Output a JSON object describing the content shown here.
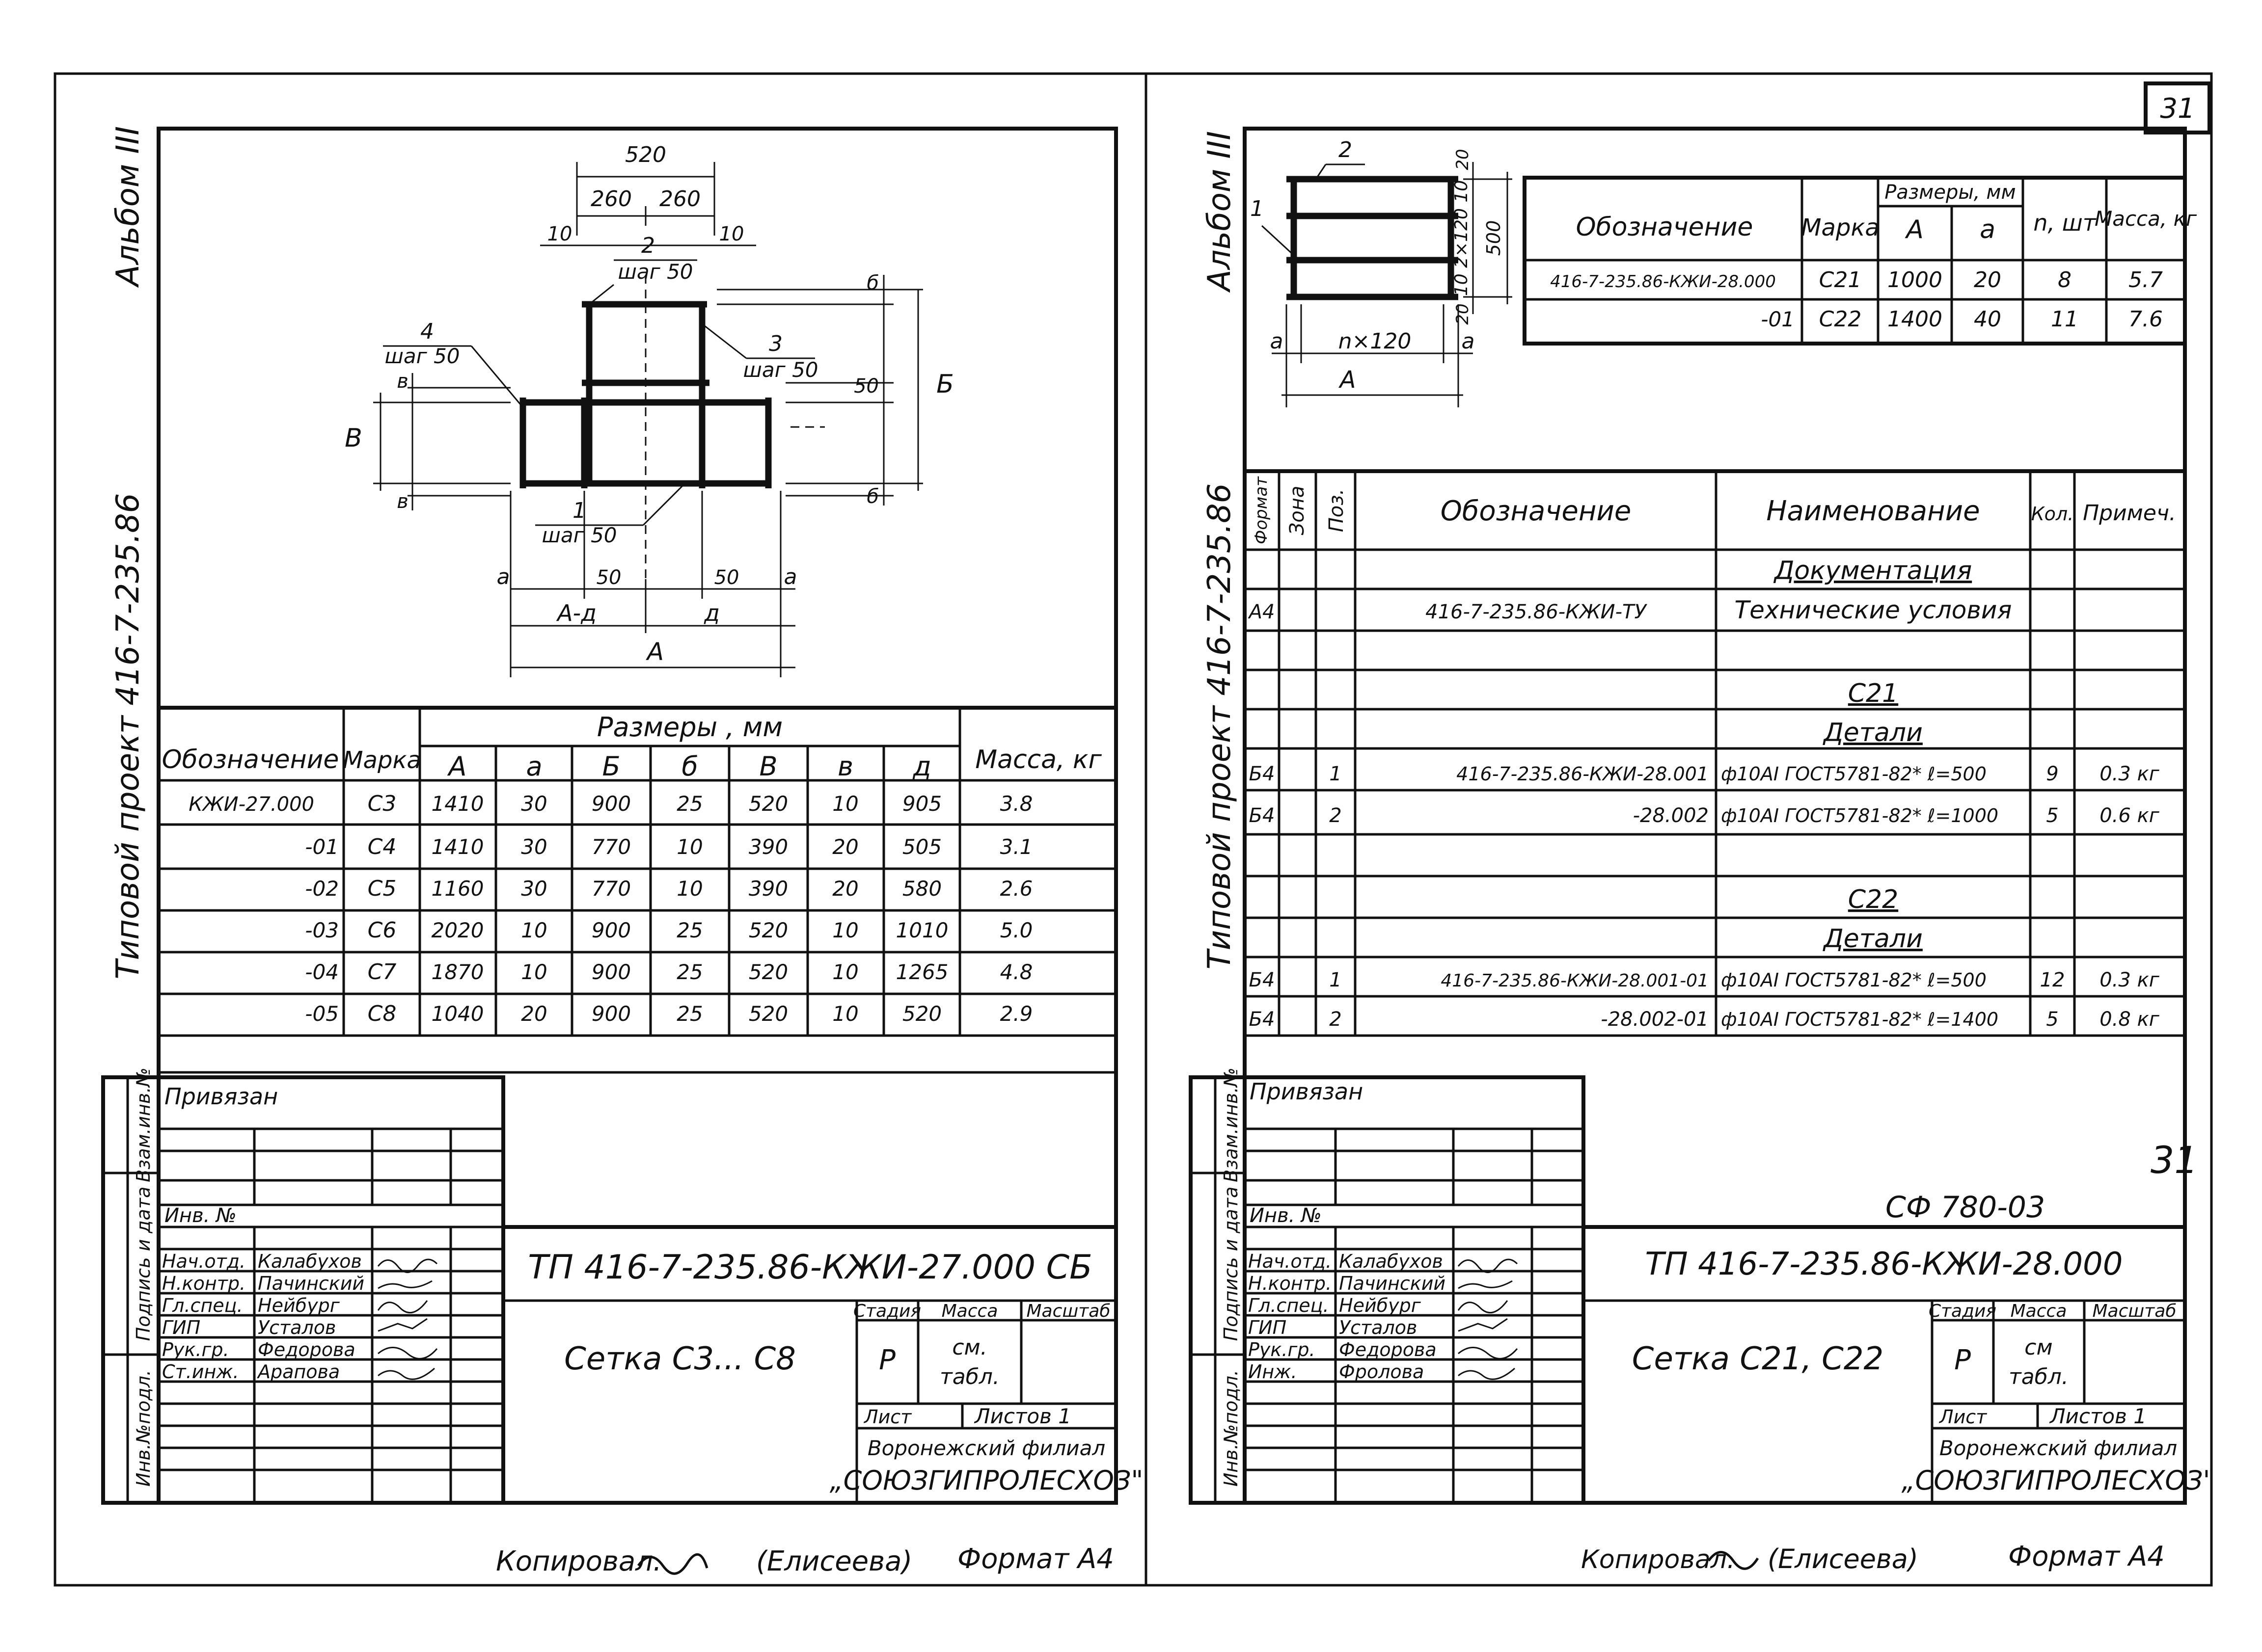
{
  "left": {
    "side_album": "Альбом III",
    "side_project": "Типовой проект 416-7-235.86",
    "drawing": {
      "d520": "520",
      "d260a": "260",
      "d260b": "260",
      "d10a": "10",
      "d10b": "10",
      "pos2": "2",
      "pos2_step": "шаг 50",
      "pos4": "4",
      "pos4_step": "шаг 50",
      "pos3": "3",
      "pos3_step": "шаг 50",
      "pos1": "1",
      "pos1_step": "шаг 50",
      "b_small_top": "б",
      "b_small_bot": "б",
      "d50_r": "50",
      "B_big": "Б",
      "V_big": "В",
      "v_small_top": "в",
      "v_small_bot": "в",
      "a_l": "а",
      "d50_l": "50",
      "d50_m": "50",
      "a_r": "а",
      "A_minus_d": "А-д",
      "d_small": "д",
      "A_big": "А"
    },
    "table": {
      "h_designation": "Обозначение",
      "h_mark": "Марка",
      "h_sizes": "Размеры , мм",
      "h_mass": "Масса, кг",
      "sub": [
        "А",
        "а",
        "Б",
        "б",
        "В",
        "в",
        "д"
      ],
      "rows": [
        {
          "des": "КЖИ-27.000",
          "mark": "С3",
          "v": [
            "1410",
            "30",
            "900",
            "25",
            "520",
            "10",
            "905"
          ],
          "mass": "3.8"
        },
        {
          "des": "-01",
          "mark": "С4",
          "v": [
            "1410",
            "30",
            "770",
            "10",
            "390",
            "20",
            "505"
          ],
          "mass": "3.1"
        },
        {
          "des": "-02",
          "mark": "С5",
          "v": [
            "1160",
            "30",
            "770",
            "10",
            "390",
            "20",
            "580"
          ],
          "mass": "2.6"
        },
        {
          "des": "-03",
          "mark": "С6",
          "v": [
            "2020",
            "10",
            "900",
            "25",
            "520",
            "10",
            "1010"
          ],
          "mass": "5.0"
        },
        {
          "des": "-04",
          "mark": "С7",
          "v": [
            "1870",
            "10",
            "900",
            "25",
            "520",
            "10",
            "1265"
          ],
          "mass": "4.8"
        },
        {
          "des": "-05",
          "mark": "С8",
          "v": [
            "1040",
            "20",
            "900",
            "25",
            "520",
            "10",
            "520"
          ],
          "mass": "2.9"
        }
      ]
    },
    "stamp": {
      "privyazan": "Привязан",
      "inv": "Инв. №",
      "people": [
        {
          "role": "Нач.отд.",
          "name": "Калабухов"
        },
        {
          "role": "Н.контр.",
          "name": "Пачинский"
        },
        {
          "role": "Гл.спец.",
          "name": "Нейбург"
        },
        {
          "role": "ГИП",
          "name": "Усталов"
        },
        {
          "role": "Рук.гр.",
          "name": "Федорова"
        },
        {
          "role": "Ст.инж.",
          "name": "Арапова"
        }
      ],
      "code": "ТП 416-7-235.86-КЖИ-27.000 СБ",
      "title": "Сетка С3... С8",
      "stadia_h": "Стадия",
      "massa_h": "Масса",
      "masshtab_h": "Масштаб",
      "stadia": "Р",
      "massa_1": "см.",
      "massa_2": "табл.",
      "list_h": "Лист",
      "listov": "Листов 1",
      "org1": "Воронежский филиал",
      "org2": "„СОЮЗГИПРОЛЕСХОЗ\""
    },
    "strip": [
      "Взам.инв.№",
      "Подпись и дата",
      "Инв.№подл."
    ],
    "copied": "Копировал.",
    "copied_name": "(Елисеева)",
    "format": "Формат А4"
  },
  "right": {
    "page_no": "31",
    "side_album": "Альбом III",
    "side_project": "Типовой проект 416-7-235.86",
    "drawing": {
      "pos2": "2",
      "pos1": "1",
      "d500": "500",
      "dims_vert": "10 2×120 10",
      "d20a": "20",
      "d20b": "20",
      "a_l": "а",
      "n120": "n×120",
      "a_r": "а",
      "A_big": "А"
    },
    "top_table": {
      "h_designation": "Обозначение",
      "h_mark": "Марка",
      "h_sizes": "Размеры, мм",
      "h_A": "А",
      "h_a": "а",
      "h_n": "n, шт",
      "h_mass": "Масса, кг",
      "rows": [
        {
          "des": "416-7-235.86-КЖИ-28.000",
          "mark": "С21",
          "A": "1000",
          "a": "20",
          "n": "8",
          "mass": "5.7"
        },
        {
          "des": "-01",
          "mark": "С22",
          "A": "1400",
          "a": "40",
          "n": "11",
          "mass": "7.6"
        }
      ]
    },
    "spec": {
      "h_format": "Формат",
      "h_zone": "Зона",
      "h_pos": "Поз.",
      "h_designation": "Обозначение",
      "h_name": "Наименование",
      "h_qty": "Кол.",
      "h_note": "Примеч.",
      "rows": [
        {
          "fmt": "",
          "pos": "",
          "des": "",
          "name": "Документация",
          "qty": "",
          "note": "",
          "u": true
        },
        {
          "fmt": "А4",
          "pos": "",
          "des": "416-7-235.86-КЖИ-ТУ",
          "name": "Технические условия",
          "qty": "",
          "note": "",
          "u": false
        },
        {
          "fmt": "",
          "pos": "",
          "des": "",
          "name": "",
          "qty": "",
          "note": "",
          "u": false
        },
        {
          "fmt": "",
          "pos": "",
          "des": "",
          "name": "С21",
          "qty": "",
          "note": "",
          "u": true
        },
        {
          "fmt": "",
          "pos": "",
          "des": "",
          "name": "Детали",
          "qty": "",
          "note": "",
          "u": true
        },
        {
          "fmt": "Б4",
          "pos": "1",
          "des": "416-7-235.86-КЖИ-28.001",
          "name": "ф10АI ГОСТ5781-82* ℓ=500",
          "qty": "9",
          "note": "0.3 кг",
          "u": false
        },
        {
          "fmt": "Б4",
          "pos": "2",
          "des": "-28.002",
          "name": "ф10АI ГОСТ5781-82* ℓ=1000",
          "qty": "5",
          "note": "0.6 кг",
          "u": false
        },
        {
          "fmt": "",
          "pos": "",
          "des": "",
          "name": "",
          "qty": "",
          "note": "",
          "u": false
        },
        {
          "fmt": "",
          "pos": "",
          "des": "",
          "name": "С22",
          "qty": "",
          "note": "",
          "u": true
        },
        {
          "fmt": "",
          "pos": "",
          "des": "",
          "name": "Детали",
          "qty": "",
          "note": "",
          "u": true
        },
        {
          "fmt": "Б4",
          "pos": "1",
          "des": "416-7-235.86-КЖИ-28.001-01",
          "name": "ф10АI ГОСТ5781-82* ℓ=500",
          "qty": "12",
          "note": "0.3 кг",
          "u": false
        },
        {
          "fmt": "Б4",
          "pos": "2",
          "des": "-28.002-01",
          "name": "ф10АI ГОСТ5781-82* ℓ=1400",
          "qty": "5",
          "note": "0.8 кг",
          "u": false
        }
      ]
    },
    "stamp": {
      "privyazan": "Привязан",
      "inv": "Инв. №",
      "people": [
        {
          "role": "Нач.отд.",
          "name": "Калабухов"
        },
        {
          "role": "Н.контр.",
          "name": "Пачинский"
        },
        {
          "role": "Гл.спец.",
          "name": "Нейбург"
        },
        {
          "role": "ГИП",
          "name": "Усталов"
        },
        {
          "role": "Рук.гр.",
          "name": "Федорова"
        },
        {
          "role": "Инж.",
          "name": "Фролова"
        }
      ],
      "code": "ТП 416-7-235.86-КЖИ-28.000",
      "title": "Сетка С21, С22",
      "stadia_h": "Стадия",
      "massa_h": "Масса",
      "masshtab_h": "Масштаб",
      "stadia": "Р",
      "massa_1": "см",
      "massa_2": "табл.",
      "list_h": "Лист",
      "listov": "Листов 1",
      "org1": "Воронежский филиал",
      "org2": "„СОЮЗГИПРОЛЕСХОЗ\""
    },
    "handwritten_no": "31",
    "handwritten_code": "СФ 780-03",
    "strip": [
      "Взам.инв.№",
      "Подпись и дата",
      "Инв.№подл."
    ],
    "copied": "Копировал.",
    "copied_name": "(Елисеева)",
    "format": "Формат А4"
  }
}
